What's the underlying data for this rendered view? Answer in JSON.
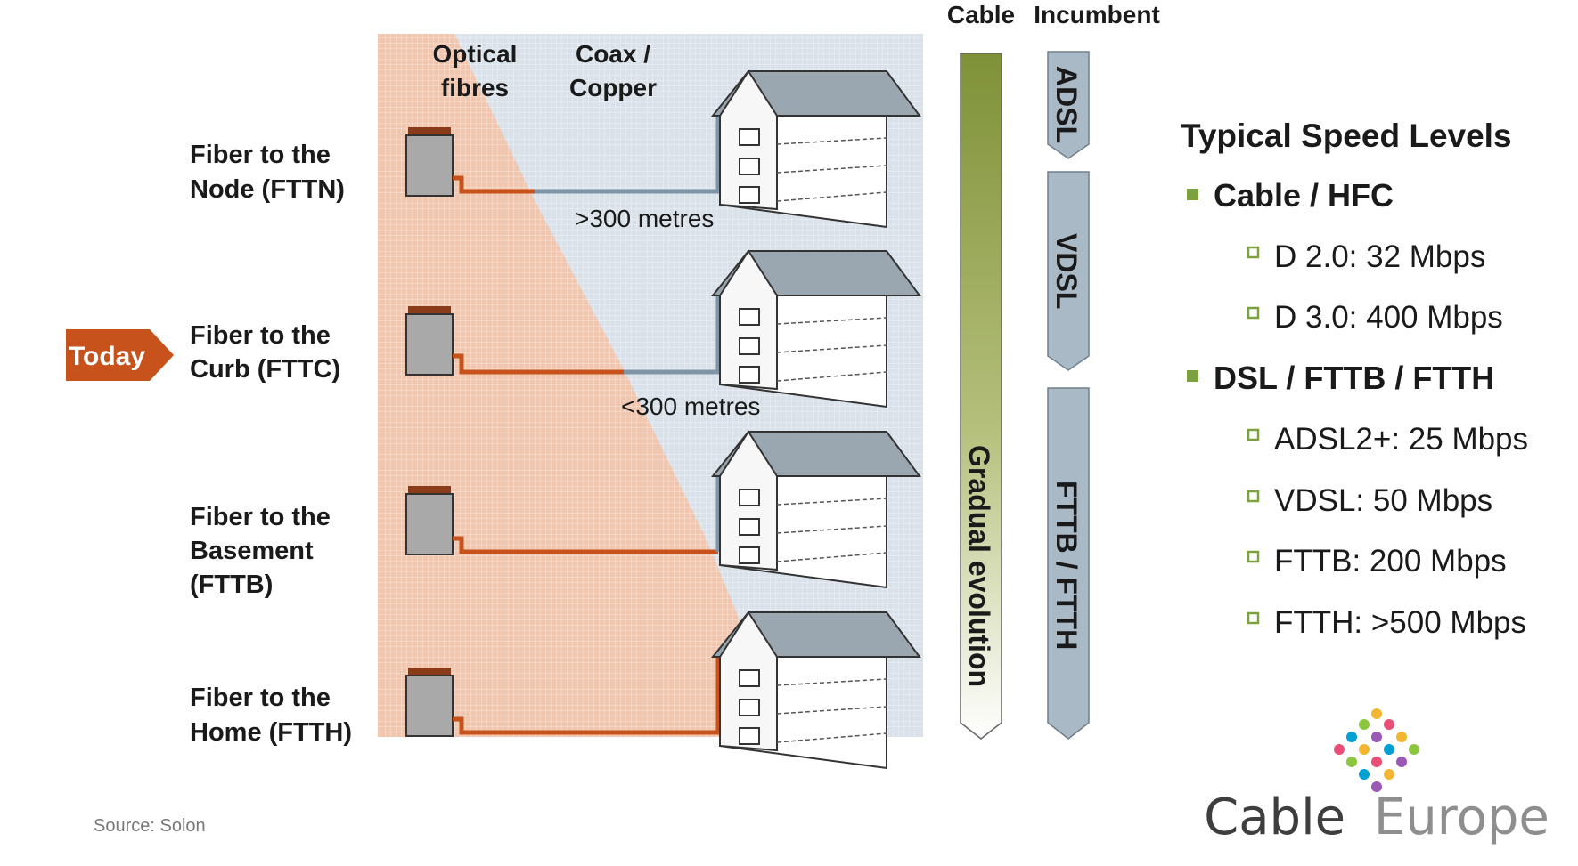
{
  "column_headers": {
    "optical_line1": "Optical",
    "optical_line2": "fibres",
    "coax_line1": "Coax /",
    "coax_line2": "Copper",
    "cable": "Cable",
    "incumbent": "Incumbent"
  },
  "rows": [
    {
      "line1": "Fiber to the",
      "line2": "Node (FTTN)",
      "line3": ""
    },
    {
      "line1": "Fiber to the",
      "line2": "Curb (FTTC)",
      "line3": ""
    },
    {
      "line1": "Fiber to the",
      "line2": "Basement",
      "line3": "(FTTB)"
    },
    {
      "line1": "Fiber to the",
      "line2": "Home (FTTH)",
      "line3": ""
    }
  ],
  "today_label": "Today",
  "distances": {
    "node": ">300 metres",
    "curb": "<300 metres"
  },
  "cable_bar": {
    "label": "Gradual evolution"
  },
  "incumbent_bars": [
    "ADSL",
    "VDSL",
    "FTTB / FTTH"
  ],
  "speed_levels": {
    "title": "Typical Speed Levels",
    "categories": [
      {
        "name": "Cable / HFC",
        "items": [
          "D 2.0: 32 Mbps",
          "D 3.0: 400 Mbps"
        ]
      },
      {
        "name": "DSL / FTTB / FTTH",
        "items": [
          "ADSL2+: 25 Mbps",
          "VDSL: 50 Mbps",
          "FTTB: 200 Mbps",
          "FTTH: >500 Mbps"
        ]
      }
    ]
  },
  "source": "Source: Solon",
  "logo": {
    "word1": "Cable",
    "word2": "Europe"
  },
  "colors": {
    "fiber": "#c8521c",
    "fiber_region": "#f2c5ad",
    "copper_region": "#d9e2ea",
    "copper_line": "#7f95a6",
    "cabinet": "#a9a9a9",
    "cabinet_cap": "#8a3b1a",
    "house_roof": "#9aa7b1",
    "cable_bar_top": "#7f9138",
    "incumbent_bar": "#a9b9c6",
    "today_arrow": "#c8521c",
    "bullet_green": "#7ba23f",
    "logo_dark": "#3e3e3e",
    "logo_light": "#8e8e8e"
  }
}
